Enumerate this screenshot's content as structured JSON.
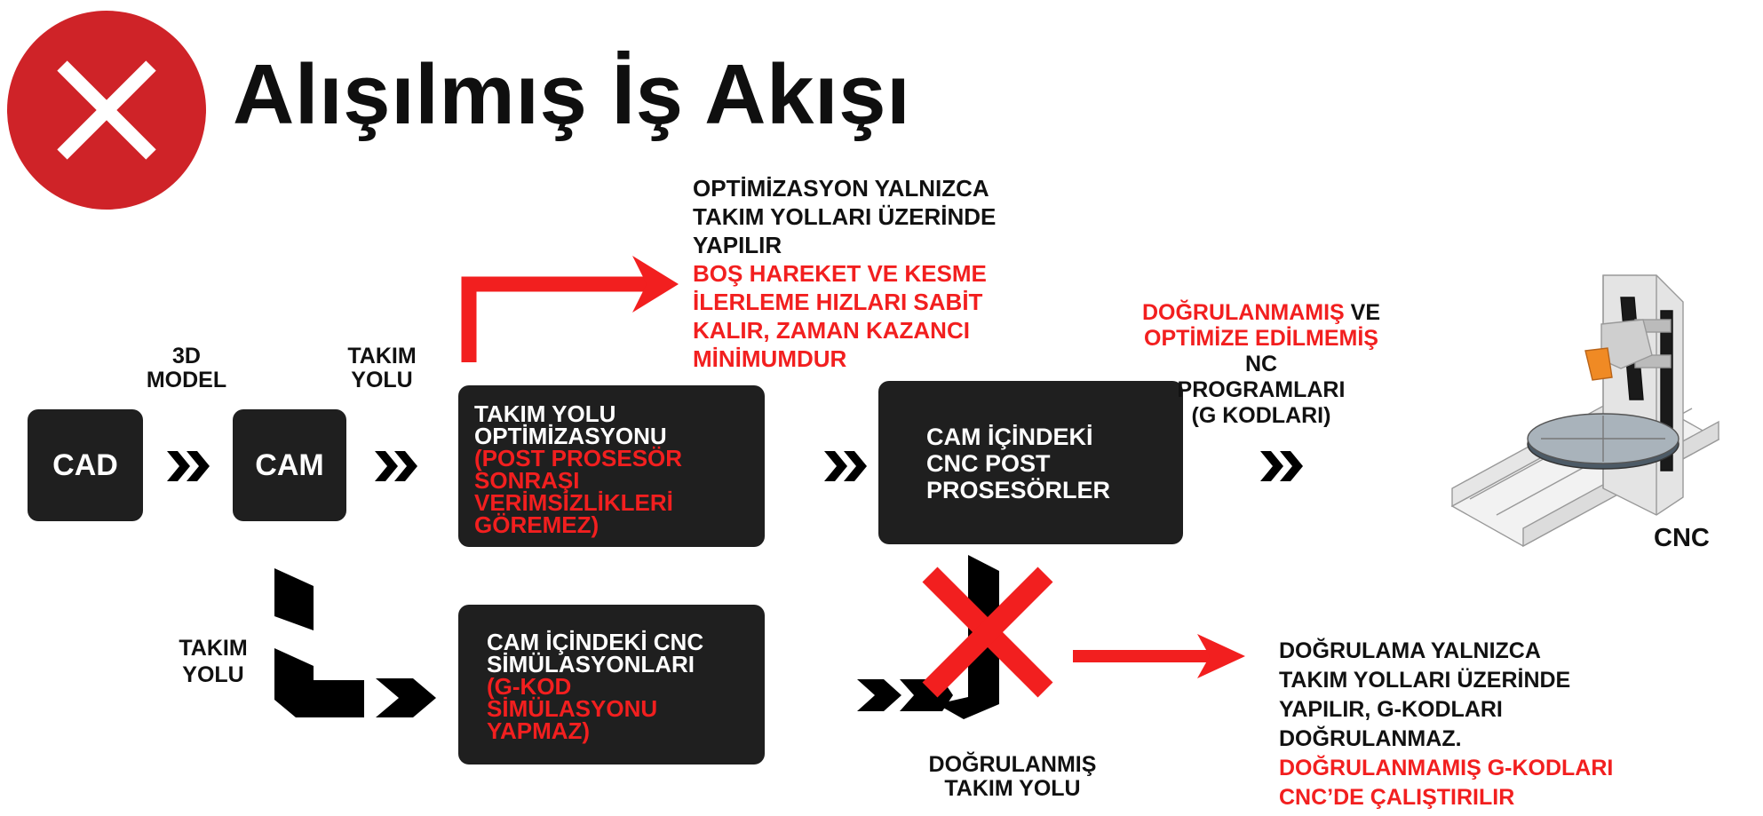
{
  "title": "Alışılmış İş Akışı",
  "icons": {
    "status": "close-icon"
  },
  "colors": {
    "accent_red": "#f21f1f",
    "box_bg": "#1f1f1f",
    "badge_red": "#cf2328"
  },
  "boxes": {
    "cad": "CAD",
    "cam": "CAM",
    "opt_line1": "TAKIM YOLU",
    "opt_line2": "OPTİMİZASYONU",
    "opt_red": [
      "(POST PROSESÖR",
      "SONRAŞI",
      "VERİMSİZLİKLERİ",
      "GÖREMEZ)"
    ],
    "post": [
      "CAM İÇİNDEKİ",
      "CNC POST",
      "PROSESÖRLER"
    ],
    "sim_line1": "CAM İÇİNDEKİ CNC",
    "sim_line2": "SİMÜLASYONLARI",
    "sim_red": [
      "(G-KOD",
      "SİMÜLASYONU",
      "YAPMAZ)"
    ]
  },
  "labels": {
    "model": [
      "3D",
      "MODEL"
    ],
    "toolpath_top": [
      "TAKIM",
      "YOLU"
    ],
    "toolpath_left": [
      "TAKIM",
      "YOLU"
    ],
    "verified": [
      "DOĞRULANMIŞ",
      "TAKIM YOLU"
    ],
    "cnc": "CNC"
  },
  "notes": {
    "top_black": [
      "OPTİMİZASYON YALNIZCA",
      "TAKIM YOLLARI ÜZERİNDE",
      "YAPILIR"
    ],
    "top_red": [
      "BOŞ HAREKET VE KESME",
      "İLERLEME HIZLARI SABİT",
      "KALIR, ZAMAN KAZANCI",
      "MİNİMUMDUR"
    ],
    "nc_red1": "DOĞRULANMAMIŞ",
    "nc_ve": " VE",
    "nc_red2": "OPTİMİZE EDİLMEMİŞ",
    "nc_nc": " NC",
    "nc_rest": [
      "PROGRAMLARI",
      "(G KODLARI)"
    ],
    "bottom_black": [
      "DOĞRULAMA YALNIZCA",
      "TAKIM YOLLARI ÜZERİNDE",
      "YAPILIR, G-KODLARI",
      "DOĞRULANMAZ."
    ],
    "bottom_red": [
      "DOĞRULANMAMIŞ G-KODLARI",
      "CNC’DE ÇALIŞTIRILIR"
    ]
  }
}
